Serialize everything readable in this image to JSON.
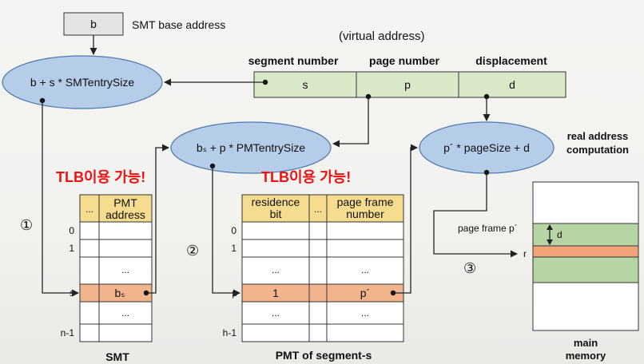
{
  "base": {
    "box": "b",
    "label": "SMT base address"
  },
  "virtual_address": {
    "caption": "(virtual address)",
    "headers": [
      "segment number",
      "page number",
      "displacement"
    ],
    "cells": [
      "s",
      "p",
      "d"
    ]
  },
  "formulas": {
    "smt": "b + s * SMTentrySize",
    "pmt": "bₛ + p * PMTentrySize",
    "real": "p´ * pageSize + d"
  },
  "real_caption": [
    "real address",
    "computation"
  ],
  "tlb_note": "TLB이용 가능!",
  "steps": [
    "①",
    "②",
    "③"
  ],
  "smt": {
    "headers": [
      "...",
      "PMT",
      "address"
    ],
    "rows": [
      "0",
      "1",
      "",
      "s",
      "",
      "n-1"
    ],
    "dots": "...",
    "value": "bₛ",
    "title": "SMT"
  },
  "pmt": {
    "headers": [
      "residence",
      "bit",
      "...",
      "page frame",
      "number"
    ],
    "rows": [
      "0",
      "1",
      "",
      "p",
      "",
      "h-1"
    ],
    "dots": "...",
    "residence_value": "1",
    "frame_value": "p´",
    "title": "PMT of segment-s"
  },
  "memory": {
    "page_frame_label": "page frame p´",
    "d_label": "d",
    "r_label": "r",
    "title": [
      "main",
      "memory"
    ]
  }
}
